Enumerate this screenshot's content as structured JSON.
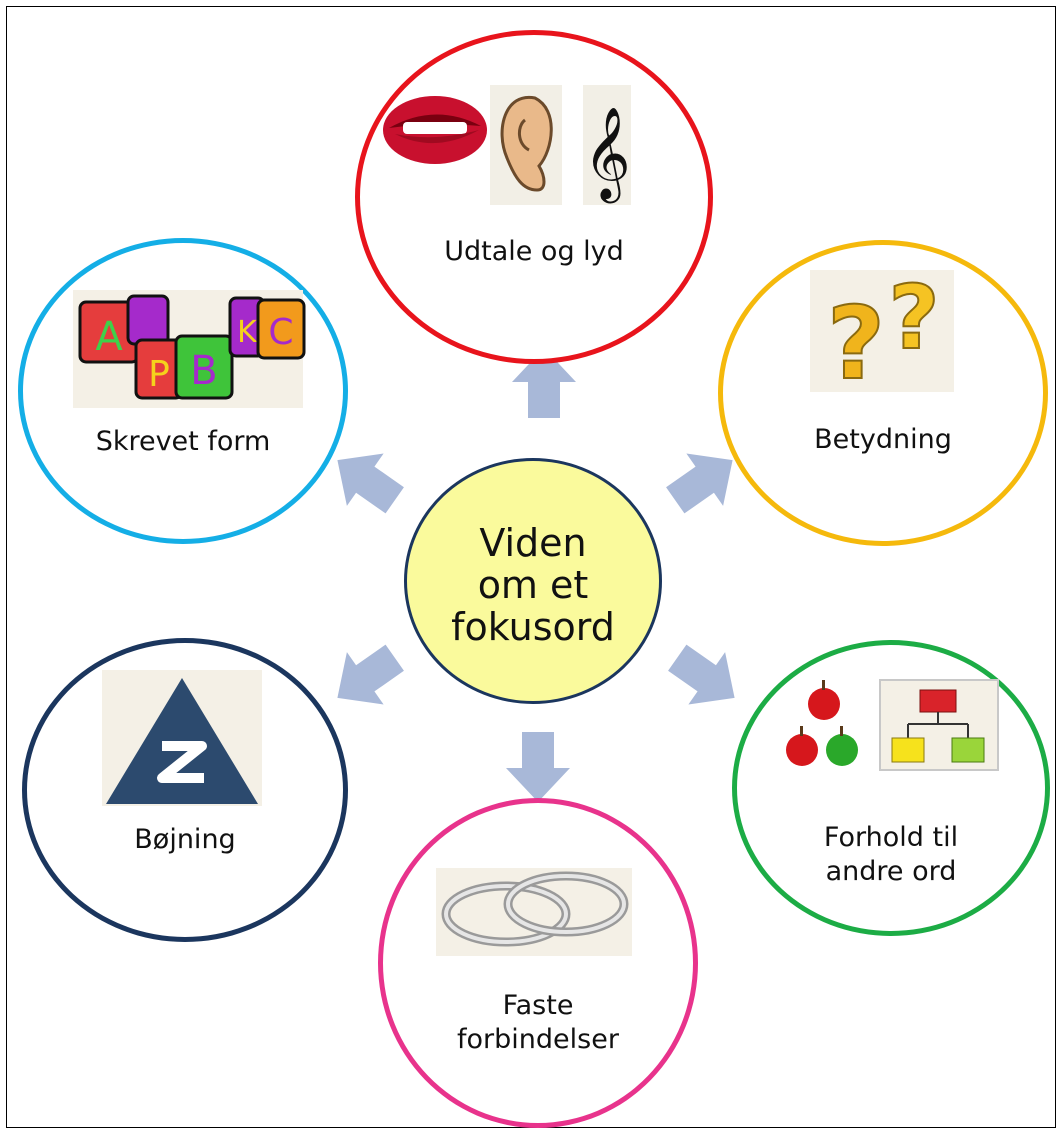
{
  "center": {
    "lines": [
      "Viden",
      "om et",
      "fokusord"
    ]
  },
  "nodes": {
    "top": {
      "label": "Udtale og lyd",
      "color": "#e8141c"
    },
    "top_right": {
      "label": "Betydning",
      "color": "#f5b90c"
    },
    "bottom_right": {
      "lines": [
        "Forhold til",
        "andre ord"
      ],
      "color": "#1cac45"
    },
    "bottom": {
      "lines": [
        "Faste",
        "forbindelser"
      ],
      "color": "#e8338c"
    },
    "bottom_left": {
      "label": "Bøjning",
      "color": "#1b365e"
    },
    "top_left": {
      "label": "Skrevet form",
      "color": "#14aee6"
    }
  },
  "letter_blocks": [
    "A",
    "P",
    "B",
    "K",
    "C"
  ],
  "colors": {
    "arrow": "#a8b8d8",
    "center_fill": "#fafa9c",
    "center_border": "#1b365e"
  }
}
